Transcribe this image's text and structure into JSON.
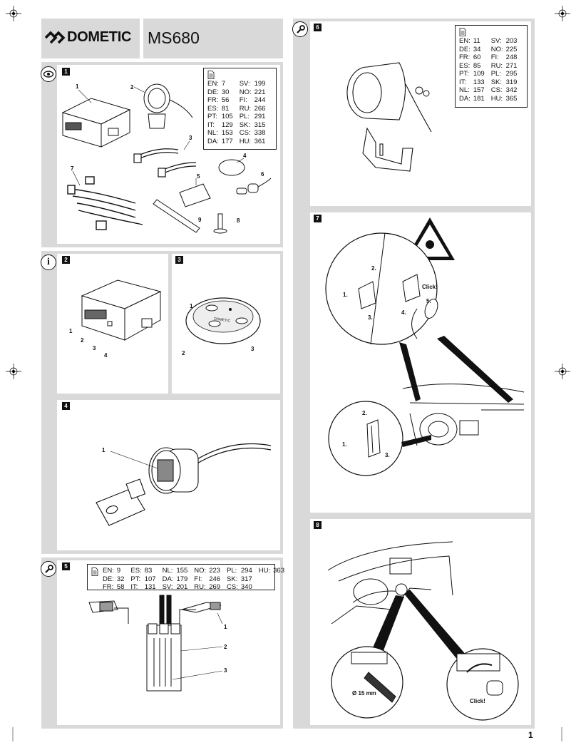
{
  "header": {
    "brand": "DOMETIC",
    "model": "MS680"
  },
  "page_number": "1",
  "figures": {
    "fig1": {
      "number": "1",
      "icon": "eye-icon",
      "labels": [
        "1",
        "2",
        "3",
        "4",
        "5",
        "6",
        "7",
        "8",
        "9"
      ],
      "lang_table": [
        [
          "EN:",
          "7",
          "SV:",
          "199"
        ],
        [
          "DE:",
          "30",
          "NO:",
          "221"
        ],
        [
          "FR:",
          "56",
          "FI:",
          "244"
        ],
        [
          "ES:",
          "81",
          "RU:",
          "266"
        ],
        [
          "PT:",
          "105",
          "PL:",
          "291"
        ],
        [
          "IT:",
          "129",
          "SK:",
          "315"
        ],
        [
          "NL:",
          "153",
          "CS:",
          "338"
        ],
        [
          "DA:",
          "177",
          "HU:",
          "361"
        ]
      ]
    },
    "fig2": {
      "number": "2",
      "icon": "info-icon",
      "labels": [
        "1",
        "2",
        "3",
        "4"
      ]
    },
    "fig3": {
      "number": "3",
      "labels": [
        "1",
        "2",
        "3"
      ],
      "remote_text": "DOMETIC"
    },
    "fig4": {
      "number": "4",
      "labels": [
        "1"
      ]
    },
    "fig5": {
      "number": "5",
      "icon": "wrench-icon",
      "labels": [
        "1",
        "2",
        "3"
      ],
      "lang_table": [
        [
          "EN:",
          "9",
          "ES:",
          "83",
          "NL:",
          "155",
          "NO:",
          "223",
          "PL:",
          "294",
          "HU:",
          "363"
        ],
        [
          "DE:",
          "32",
          "PT:",
          "107",
          "DA:",
          "179",
          "FI:",
          "246",
          "SK:",
          "317",
          "",
          ""
        ],
        [
          "FR:",
          "58",
          "IT:",
          "131",
          "SV:",
          "201",
          "RU:",
          "269",
          "CS:",
          "340",
          "",
          ""
        ]
      ]
    },
    "fig6": {
      "number": "6",
      "icon": "wrench-icon",
      "lang_table": [
        [
          "EN:",
          "11",
          "SV:",
          "203"
        ],
        [
          "DE:",
          "34",
          "NO:",
          "225"
        ],
        [
          "FR:",
          "60",
          "FI:",
          "248"
        ],
        [
          "ES:",
          "85",
          "RU:",
          "271"
        ],
        [
          "PT:",
          "109",
          "PL:",
          "295"
        ],
        [
          "IT:",
          "133",
          "SK:",
          "319"
        ],
        [
          "NL:",
          "157",
          "CS:",
          "342"
        ],
        [
          "DA:",
          "181",
          "HU:",
          "365"
        ]
      ]
    },
    "fig7": {
      "number": "7",
      "steps_top": [
        "2.",
        "1.",
        "3.",
        "Click!",
        "5.",
        "4."
      ],
      "steps_bottom": [
        "2.",
        "1.",
        "3."
      ]
    },
    "fig8": {
      "number": "8",
      "diameter_label": "Ø 15 mm",
      "click_label": "Click!"
    }
  }
}
